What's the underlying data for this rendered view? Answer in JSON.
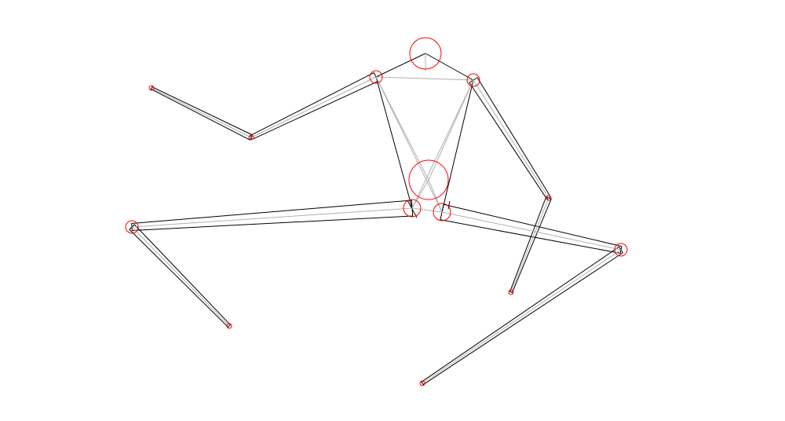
{
  "colors": {
    "background": "#ffffff",
    "bone_outline": "#000000",
    "bone_axis": "#b0b0b0",
    "joint": "#ff0000"
  },
  "figure": {
    "kind": "stick-figure-pose",
    "joints": [
      "head",
      "neck",
      "left-shoulder",
      "right-shoulder",
      "pelvis",
      "left-hip",
      "right-hip",
      "left-elbow",
      "left-hand",
      "right-elbow",
      "right-hand",
      "left-knee",
      "left-foot",
      "right-knee",
      "right-foot"
    ]
  }
}
